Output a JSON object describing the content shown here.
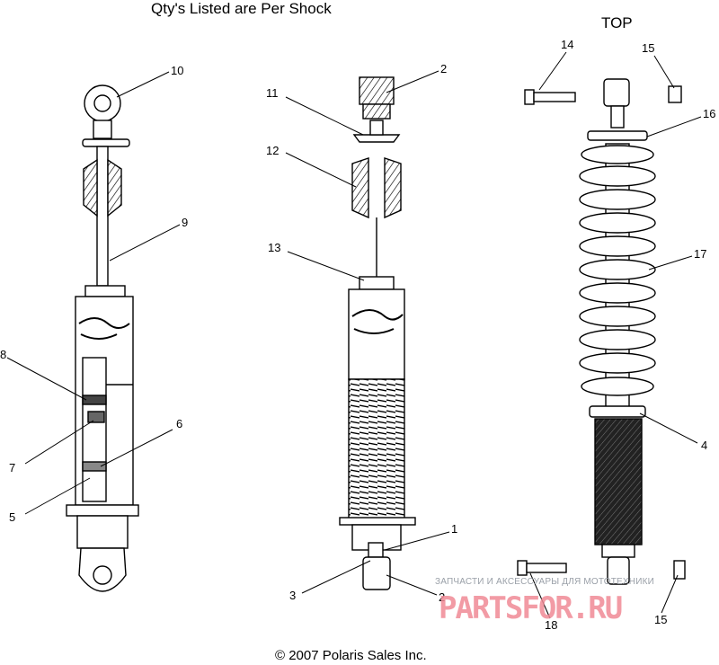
{
  "heading": "Qty's Listed are Per Shock",
  "top_label": "TOP",
  "copyright": "© 2007 Polaris Sales Inc.",
  "watermark": {
    "caption": "ЗАПЧАСТИ И АКСЕССУАРЫ ДЛЯ МОТОТЕХНИКИ",
    "logo": "PARTSFOR.RU"
  },
  "callouts": [
    "10",
    "9",
    "8",
    "7",
    "6",
    "5",
    "2",
    "11",
    "12",
    "13",
    "1",
    "3",
    "2",
    "14",
    "15",
    "16",
    "17",
    "4",
    "18",
    "15"
  ]
}
